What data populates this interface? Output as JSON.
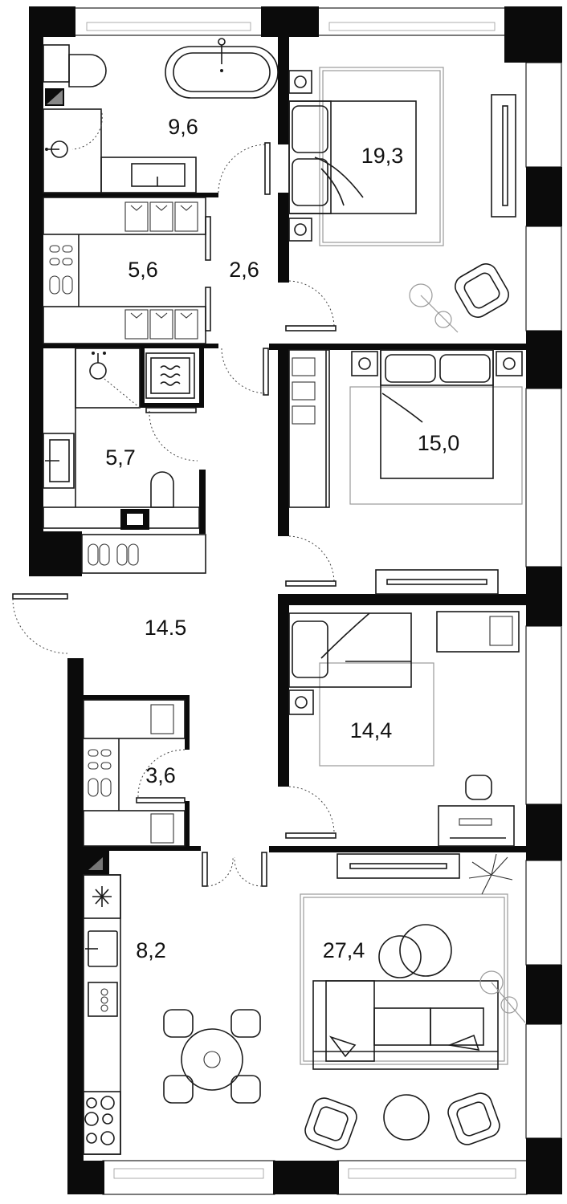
{
  "plan": {
    "rooms": [
      {
        "id": "bathroom-1",
        "area": "9,6"
      },
      {
        "id": "bedroom-1",
        "area": "19,3"
      },
      {
        "id": "wardrobe",
        "area": "5,6"
      },
      {
        "id": "hallway-small",
        "area": "2,6"
      },
      {
        "id": "bedroom-2",
        "area": "15,0"
      },
      {
        "id": "bathroom-2",
        "area": "5,7"
      },
      {
        "id": "hall",
        "area": "14.5"
      },
      {
        "id": "bedroom-3",
        "area": "14,4"
      },
      {
        "id": "storage",
        "area": "3,6"
      },
      {
        "id": "kitchen",
        "area": "8,2"
      },
      {
        "id": "living-room",
        "area": "27,4"
      }
    ],
    "colors": {
      "wall": "#0b0b0b",
      "line": "#1a1a1a",
      "furniture_grey": "#9a9a9a",
      "background": "#ffffff"
    },
    "icons": [
      "bathtub-icon",
      "toilet-icon",
      "sink-icon",
      "shower-icon",
      "double-bed-icon",
      "single-bed-icon",
      "armchair-icon",
      "floor-lamp-icon",
      "sofa-icon",
      "dining-table-icon",
      "stove-icon",
      "fridge-icon",
      "washing-machine-icon",
      "tv-unit-icon",
      "desk-icon",
      "plant-icon",
      "shoes-icon",
      "shirts-icon"
    ]
  }
}
